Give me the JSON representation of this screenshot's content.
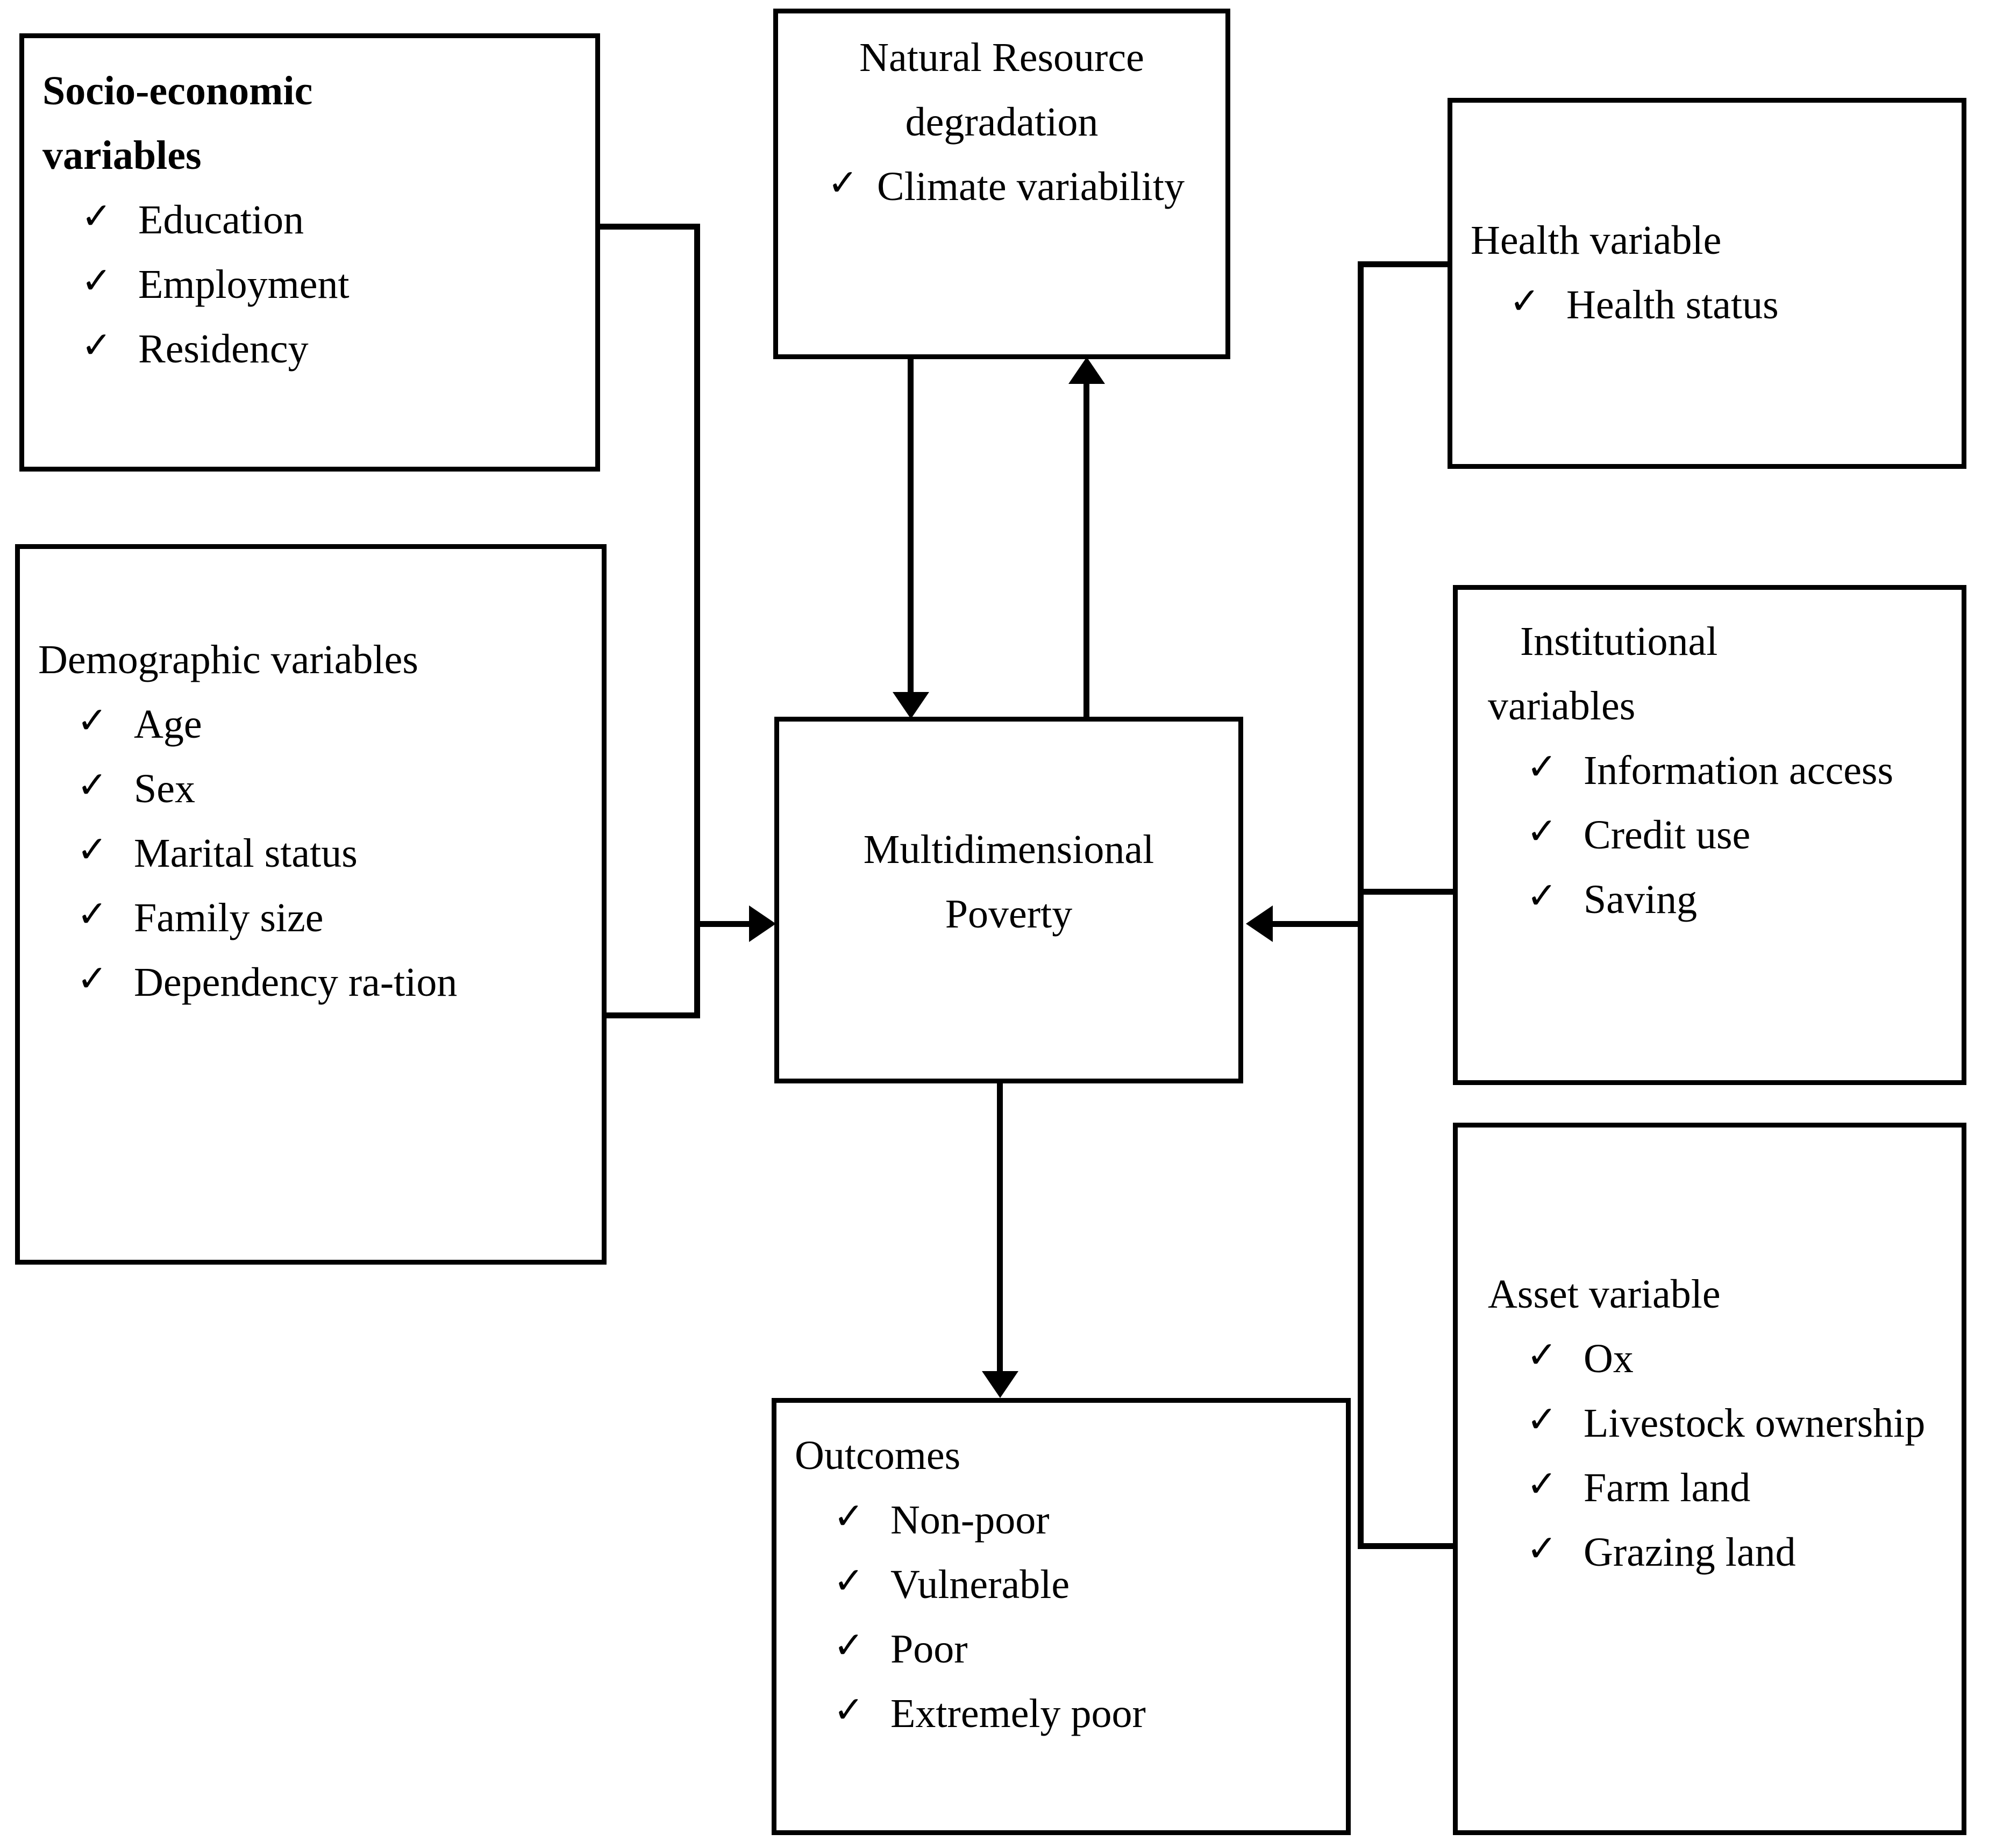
{
  "diagram": {
    "title": "Multidimensional Poverty Conceptual Framework",
    "tick_glyph": "✓",
    "line_color": "#000000",
    "box_border_color": "#000000",
    "background_color": "#ffffff"
  },
  "boxes": {
    "socio_economic": {
      "title": "Socio-economic\nvariables",
      "items": [
        "Education",
        "Employment",
        "Residency"
      ]
    },
    "natural_resource": {
      "title": "Natural Resource\ndegradation",
      "items": [
        "Climate variability"
      ]
    },
    "health": {
      "title": "Health variable",
      "items": [
        "Health status"
      ]
    },
    "demographic": {
      "title": "Demographic variables",
      "items": [
        "Age",
        "Sex",
        "Marital status",
        "Family size",
        "Dependency ra-tion"
      ]
    },
    "institutional": {
      "title": "Institutional\nvariables",
      "items": [
        "Information access",
        "Credit use",
        "Saving"
      ]
    },
    "central": {
      "title": "Multidimensional\nPoverty"
    },
    "asset": {
      "title": "Asset variable",
      "items": [
        "Ox",
        "Livestock ownership",
        "Farm land",
        "Grazing land"
      ]
    },
    "outcomes": {
      "title": "Outcomes",
      "items": [
        "Non-poor",
        "Vulnerable",
        "Poor",
        "Extremely poor"
      ]
    }
  },
  "connectors": [
    {
      "name": "socio-economic-to-central",
      "from": "socio_economic",
      "to": "central",
      "arrow": "right"
    },
    {
      "name": "demographic-to-central",
      "from": "demographic",
      "to": "central",
      "arrow": "right"
    },
    {
      "name": "central-to-natural-resource",
      "from": "central",
      "to": "natural_resource",
      "arrow": "up"
    },
    {
      "name": "natural-resource-to-central",
      "from": "natural_resource",
      "to": "central",
      "arrow": "down"
    },
    {
      "name": "health-to-central",
      "from": "health",
      "to": "central",
      "arrow": "left"
    },
    {
      "name": "institutional-to-central",
      "from": "institutional",
      "to": "central",
      "arrow": "left"
    },
    {
      "name": "asset-to-central",
      "from": "asset",
      "to": "central",
      "arrow": "left"
    },
    {
      "name": "central-to-outcomes",
      "from": "central",
      "to": "outcomes",
      "arrow": "down"
    }
  ]
}
